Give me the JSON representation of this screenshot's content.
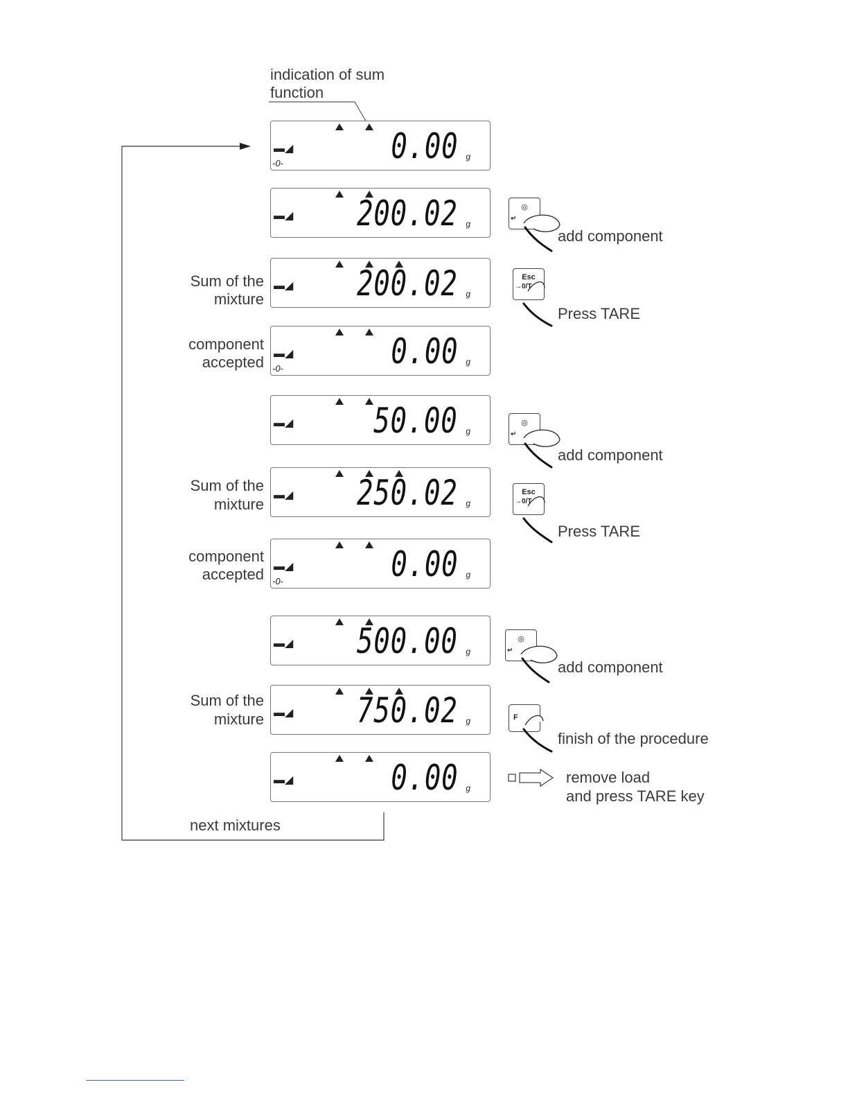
{
  "header_annotation": {
    "line1": "indication of sum",
    "line2": "function"
  },
  "displays": [
    {
      "reading": "0.00",
      "unit": "g",
      "arrows": 2,
      "zero": "-0-",
      "label1": "",
      "label2": ""
    },
    {
      "reading": "200.02",
      "unit": "g",
      "arrows": 2,
      "zero": "",
      "label1": "",
      "label2": ""
    },
    {
      "reading": "200.02",
      "unit": "g",
      "arrows": 3,
      "zero": "",
      "label1": "Sum of the",
      "label2": "mixture"
    },
    {
      "reading": "0.00",
      "unit": "g",
      "arrows": 2,
      "zero": "-0-",
      "label1": "component",
      "label2": "accepted"
    },
    {
      "reading": "50.00",
      "unit": "g",
      "arrows": 2,
      "zero": "",
      "label1": "",
      "label2": ""
    },
    {
      "reading": "250.02",
      "unit": "g",
      "arrows": 3,
      "zero": "",
      "label1": "Sum of the",
      "label2": "mixture"
    },
    {
      "reading": "0.00",
      "unit": "g",
      "arrows": 2,
      "zero": "-0-",
      "label1": "component",
      "label2": "accepted"
    },
    {
      "reading": "500.00",
      "unit": "g",
      "arrows": 2,
      "zero": "",
      "label1": "",
      "label2": ""
    },
    {
      "reading": "750.02",
      "unit": "g",
      "arrows": 3,
      "zero": "",
      "label1": "Sum of the",
      "label2": "mixture"
    },
    {
      "reading": "0.00",
      "unit": "g",
      "arrows": 2,
      "zero": "",
      "label1": "",
      "label2": ""
    }
  ],
  "actions": [
    {
      "text": "add component",
      "key": "print"
    },
    {
      "text": "Press TARE",
      "key": "tare",
      "key_label": "Esc",
      "key_sub": "→0/T"
    },
    {
      "text": "add component",
      "key": "print"
    },
    {
      "text": "Press TARE",
      "key": "tare",
      "key_label": "Esc",
      "key_sub": "→0/T"
    },
    {
      "text": "add component",
      "key": "print"
    },
    {
      "text": "finish of the procedure",
      "key": "f",
      "key_label": "F"
    }
  ],
  "final_step": {
    "line1": "remove load",
    "line2": "and press TARE key"
  },
  "loop_label": "next mixtures"
}
